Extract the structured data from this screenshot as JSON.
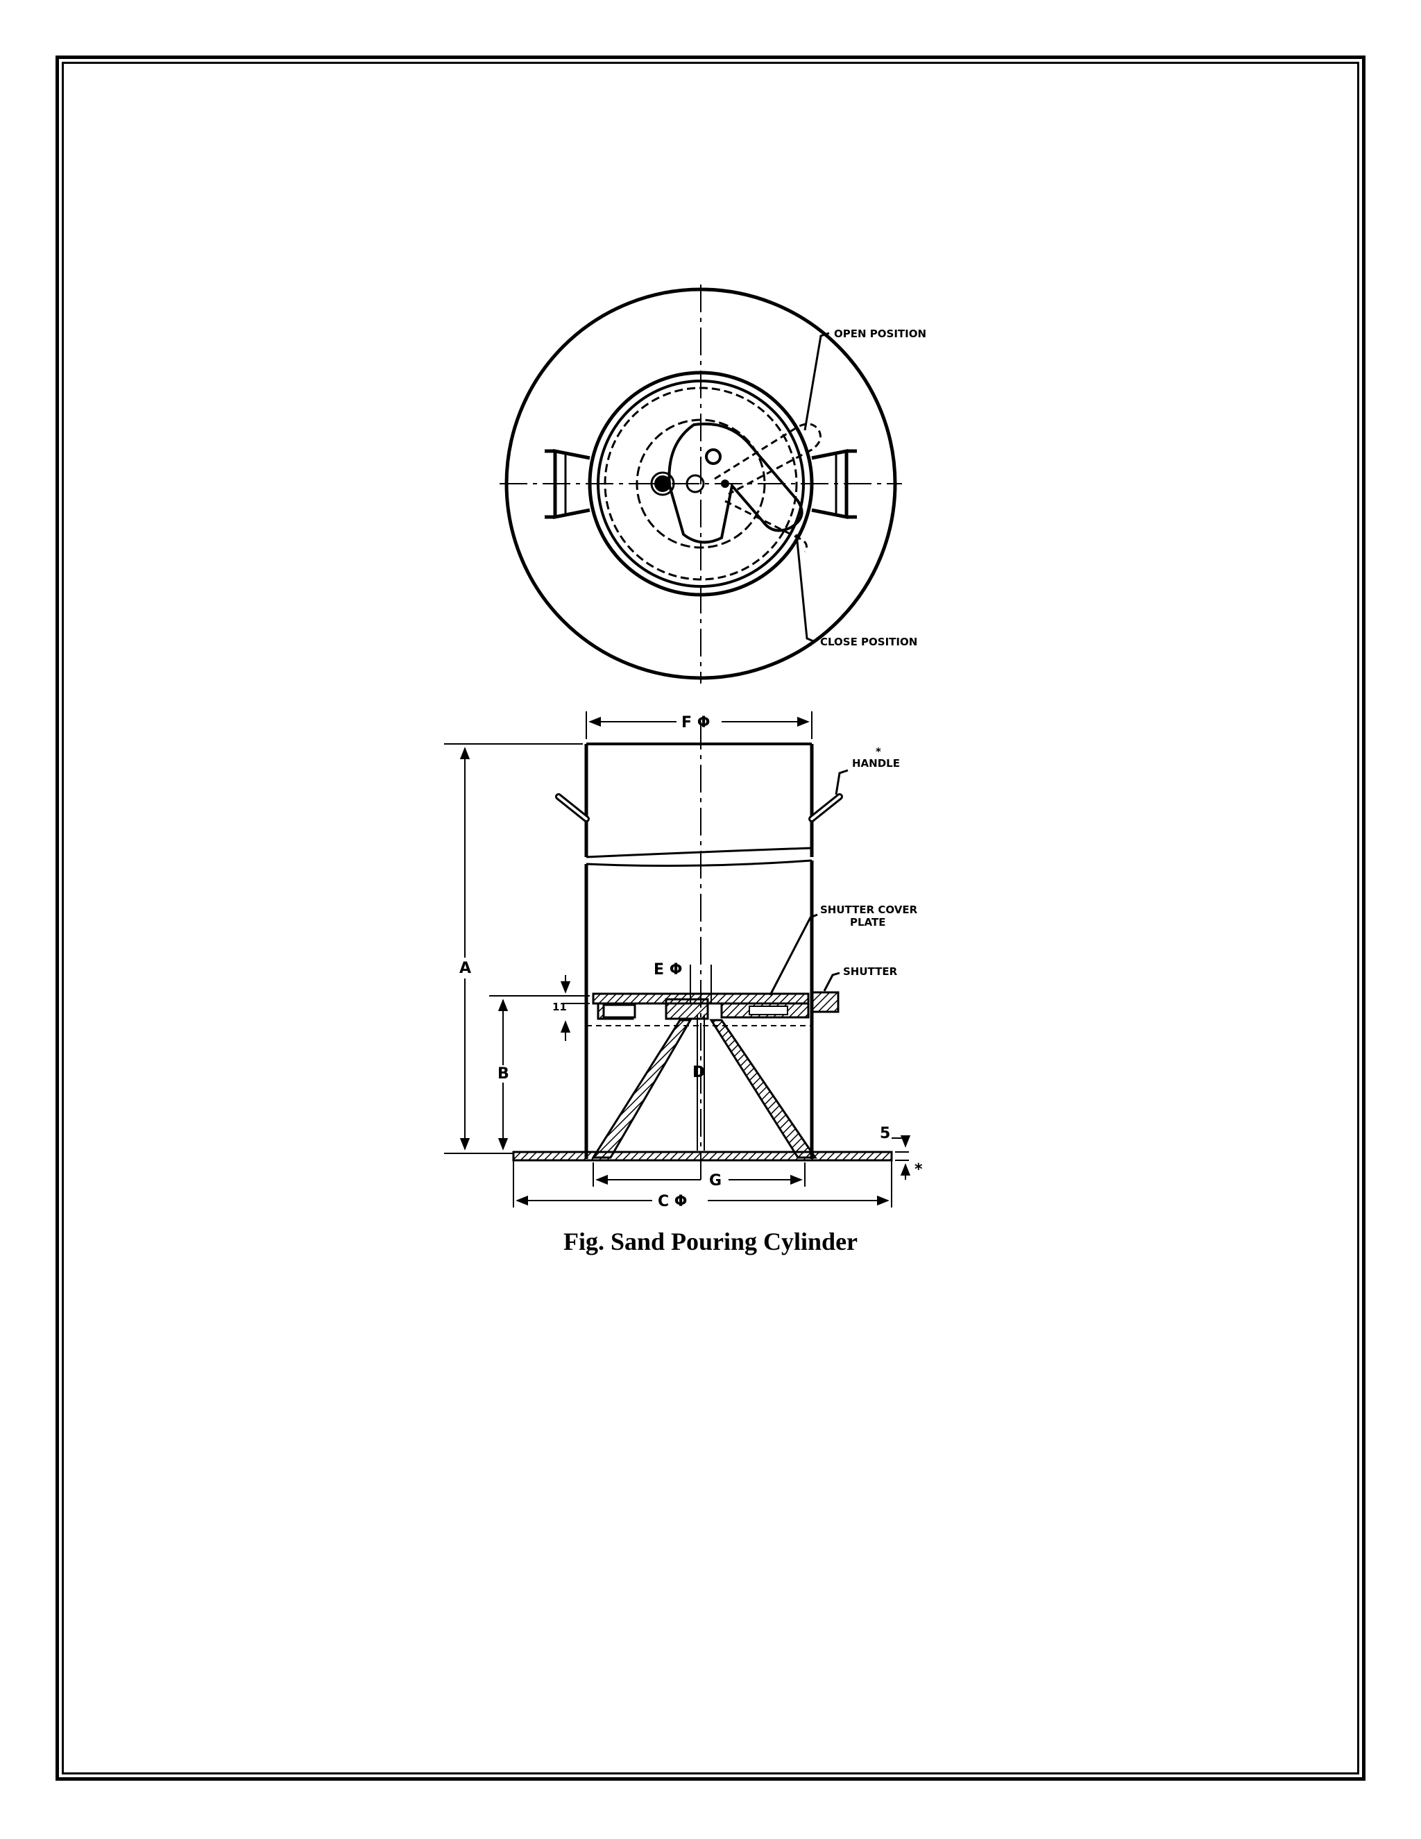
{
  "caption": "Fig. Sand Pouring Cylinder",
  "plan_view": {
    "open_position_label": "OPEN POSITION",
    "close_position_label": "CLOSE POSITION"
  },
  "elevation": {
    "handle_label": "HANDLE",
    "handle_mark": "*",
    "shutter_cover_plate_label_1": "SHUTTER COVER",
    "shutter_cover_plate_label_2": "PLATE",
    "shutter_label": "SHUTTER"
  },
  "dimensions": {
    "A": "A",
    "B": "B",
    "C": "C Φ",
    "D": "D",
    "E": "E Φ",
    "F": "F Φ",
    "G": "G",
    "plate_thickness": "11",
    "base_thickness": "5",
    "base_mark": "*"
  }
}
